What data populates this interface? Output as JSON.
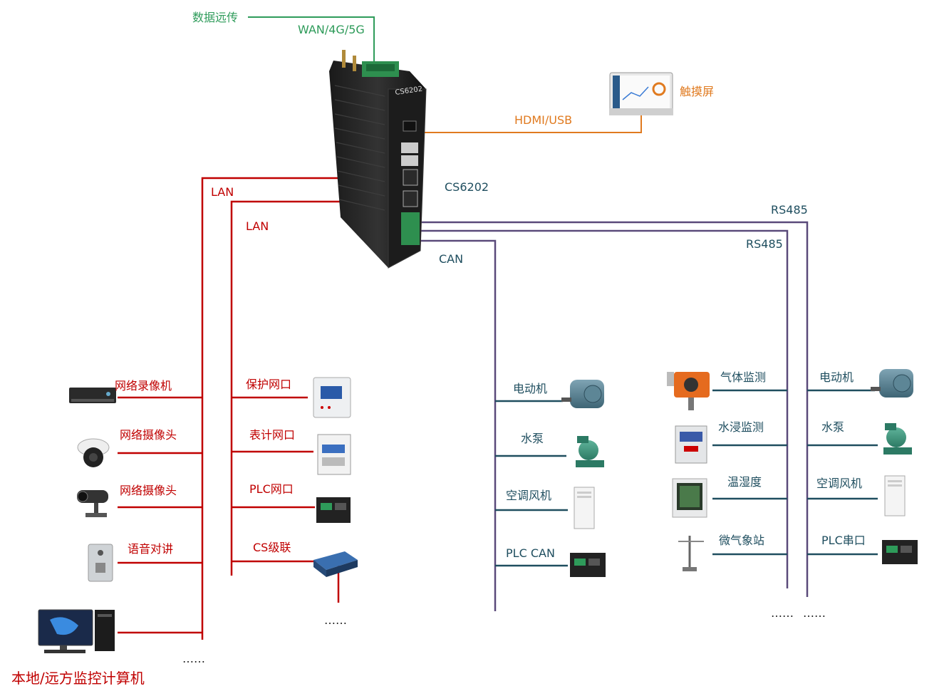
{
  "colors": {
    "lan": "#c00000",
    "bus": "#5a4a7a",
    "wan": "#2e9b5a",
    "hdmi": "#e07a1f",
    "device_line": "#1f4e5f"
  },
  "labels": {
    "data_remote": "数据远传",
    "wan": "WAN/4G/5G",
    "touchscreen": "触摸屏",
    "hdmi_usb": "HDMI/USB",
    "gateway": "CS6202",
    "gateway_face": "CS6202",
    "lan1": "LAN",
    "lan2": "LAN",
    "rs485_1": "RS485",
    "rs485_2": "RS485",
    "can": "CAN",
    "computer": "本地/远方监控计算机"
  },
  "lan1_devices": [
    "网络录像机",
    "网络摄像头",
    "网络摄像头",
    "语音对讲"
  ],
  "lan2_devices": [
    "保护网口",
    "表计网口",
    "PLC网口",
    "CS级联"
  ],
  "can_devices": [
    "电动机",
    "水泵",
    "空调风机",
    "PLC CAN"
  ],
  "rs485_a_devices": [
    "气体监测",
    "水浸监测",
    "温湿度",
    "微气象站"
  ],
  "rs485_b_devices": [
    "电动机",
    "水泵",
    "空调风机",
    "PLC串口"
  ],
  "ellipsis": {
    "lan1": "……",
    "lan2": "……",
    "rs485_a": "……",
    "rs485_b": "……"
  }
}
